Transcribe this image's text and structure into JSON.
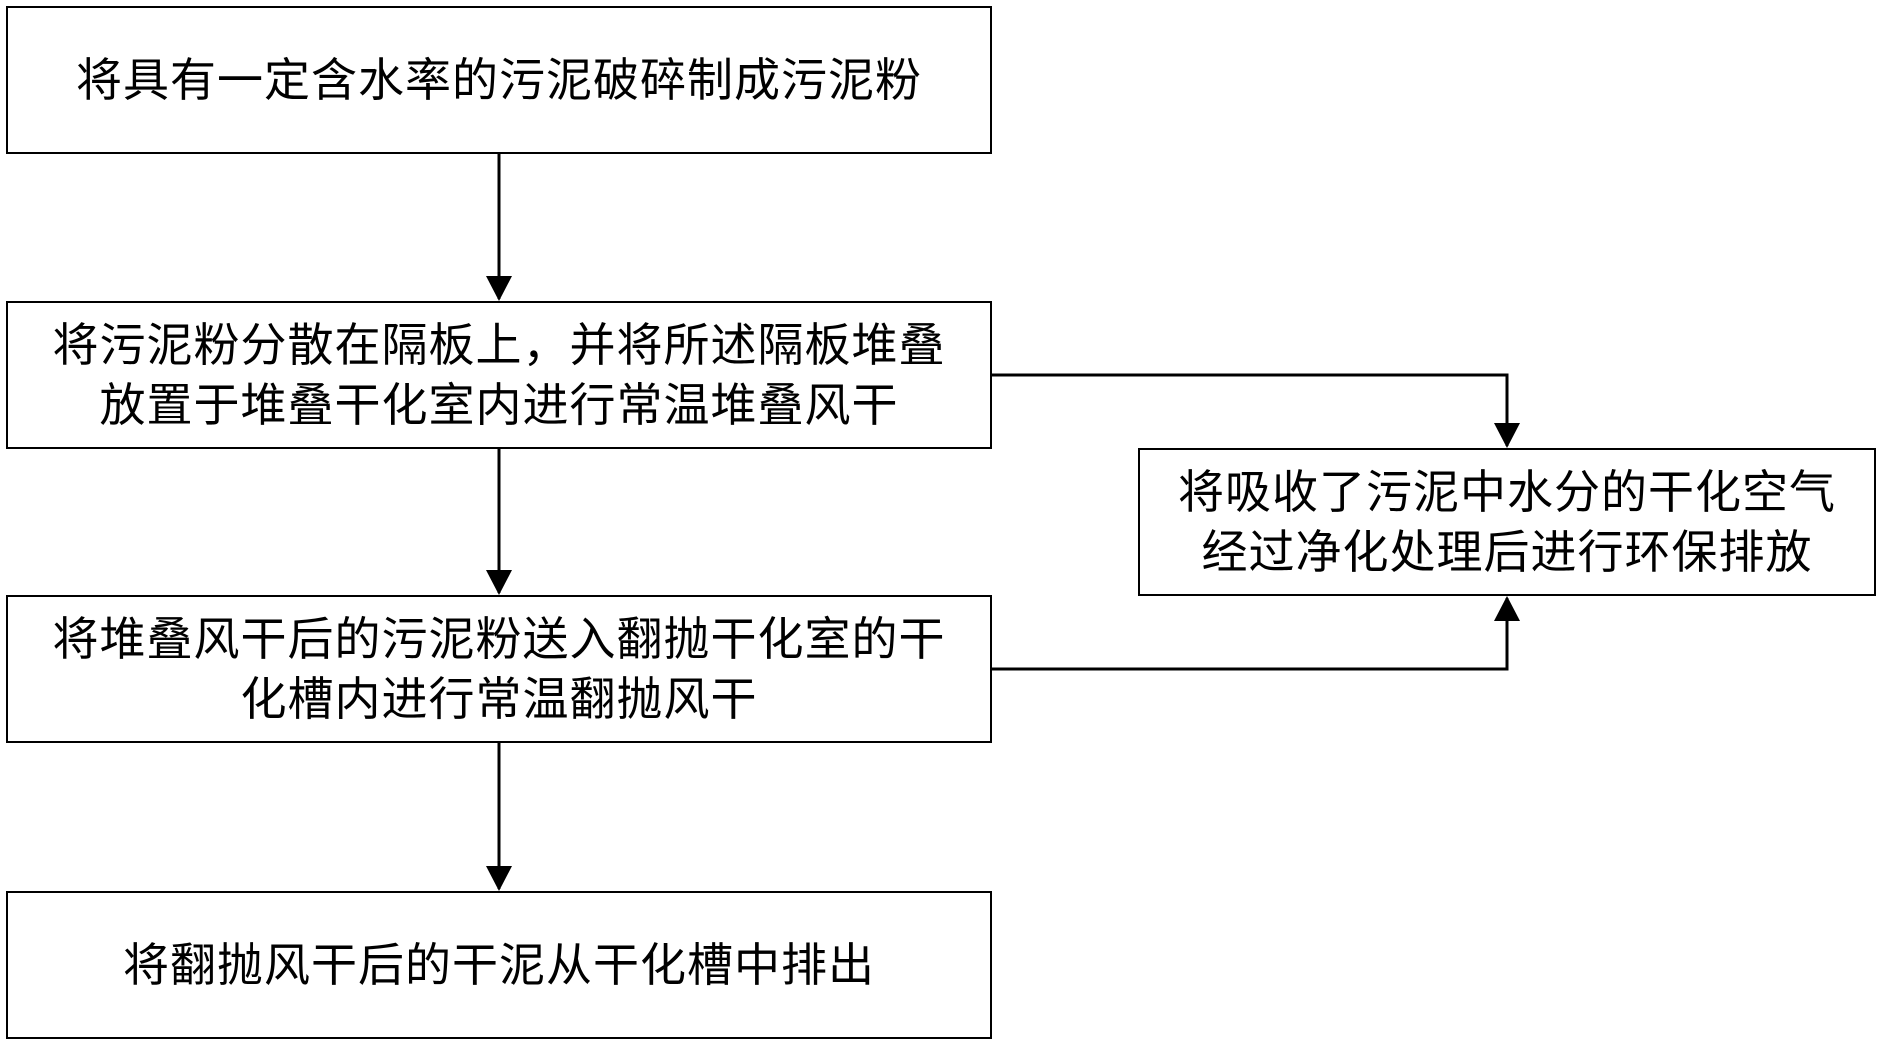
{
  "steps": [
    {
      "lines": [
        "将具有一定含水率的污泥破碎制成污泥粉"
      ]
    },
    {
      "lines": [
        "将污泥粉分散在隔板上，并将所述隔板堆叠",
        "放置于堆叠干化室内进行常温堆叠风干"
      ]
    },
    {
      "lines": [
        "将堆叠风干后的污泥粉送入翻抛干化室的干",
        "化槽内进行常温翻抛风干"
      ]
    },
    {
      "lines": [
        "将翻抛风干后的干泥从干化槽中排出"
      ]
    }
  ],
  "side_step": {
    "lines": [
      "将吸收了污泥中水分的干化空气",
      "经过净化处理后进行环保排放"
    ]
  }
}
